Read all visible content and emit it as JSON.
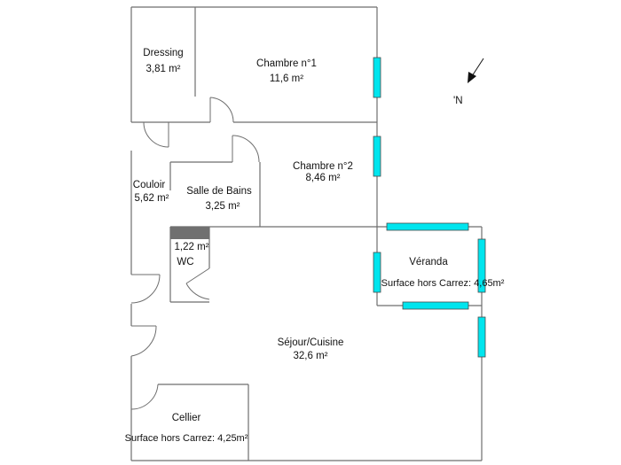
{
  "rooms": {
    "dressing": {
      "name": "Dressing",
      "area": "3,81  m²"
    },
    "chambre1": {
      "name": "Chambre n°1",
      "area": "11,6  m²"
    },
    "chambre2": {
      "name": "Chambre n°2",
      "area": "8,46  m²"
    },
    "couloir": {
      "name": "Couloir",
      "area": "5,62  m²"
    },
    "salle_bains": {
      "name": "Salle de Bains",
      "area": "3,25  m²"
    },
    "wc": {
      "name": "WC",
      "area": "1,22  m²"
    },
    "veranda": {
      "name": "Véranda",
      "note": "Surface hors Carrez: 4,65m²"
    },
    "sejour": {
      "name": "Séjour/Cuisine",
      "area": "32,6  m²"
    },
    "cellier": {
      "name": "Cellier",
      "note": "Surface hors Carrez: 4,25m²"
    }
  },
  "north": {
    "label": "'N"
  },
  "colors": {
    "window": "#00e5ee",
    "wall": "#6e6e6e",
    "wc_block": "#707070"
  }
}
